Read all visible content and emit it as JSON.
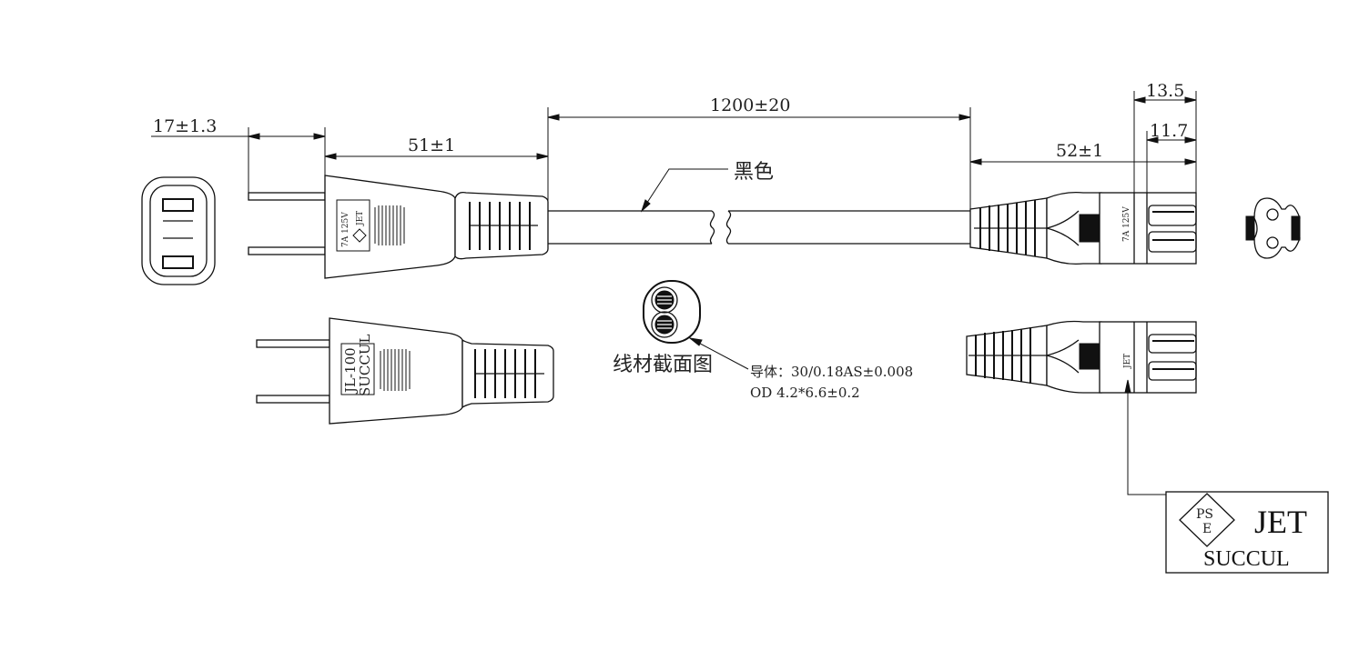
{
  "dimensions": {
    "pin_length": "17±1.3",
    "plug_length": "51±1",
    "cable_length": "1200±20",
    "connector_length": "52±1",
    "connector_depth_outer": "13.5",
    "connector_depth_inner": "11.7"
  },
  "labels": {
    "cable_color": "黑色",
    "cross_section": "线材截面图",
    "conductor_spec": "导体：30/0.18AS±0.008",
    "outer_diameter": "OD 4.2*6.6±0.2"
  },
  "plug_top_marking": {
    "rating": "7A 125V",
    "brand": "JET"
  },
  "plug_bottom_marking": {
    "model": "JL-100",
    "maker": "SUCCUL"
  },
  "connector_marking": {
    "rating": "7A 125V",
    "brand": "JET"
  },
  "certification_box": {
    "pse_top": "PS",
    "pse_bottom": "E",
    "jet": "JET",
    "maker": "SUCCUL"
  }
}
